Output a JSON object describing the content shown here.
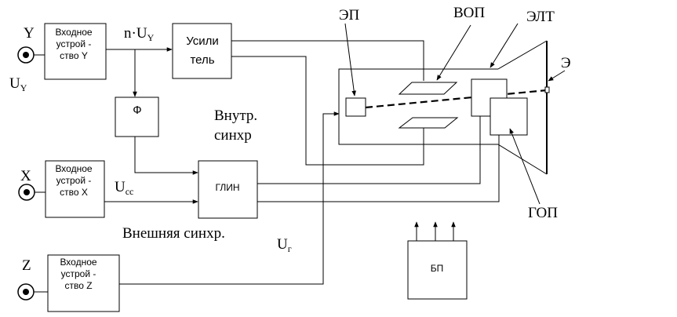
{
  "blocks": {
    "input_y": [
      "Входное",
      "устрой -",
      "ство  Y"
    ],
    "input_x": [
      "Входное",
      "устрой -",
      "ство  X"
    ],
    "input_z": [
      "Входное",
      "устрой -",
      "ство  Z"
    ],
    "amplifier": [
      "Усили",
      "тель"
    ],
    "phi": "Ф",
    "glin": "ГЛИН",
    "psu": "БП"
  },
  "inputs": {
    "y": "Y",
    "uy_base": "U",
    "uy_sub": "Y",
    "x": "X",
    "z": "Z"
  },
  "signals": {
    "n_uy_prefix": "n·U",
    "n_uy_sub": "Y",
    "ucc_base": "U",
    "ucc_sub": "cc",
    "ur_base": "U",
    "ur_sub": "г",
    "internal_sync": [
      "Внутр.",
      "синхр"
    ],
    "external_sync": "Внешняя синхр."
  },
  "crt": {
    "ep": "ЭП",
    "vop": "ВОП",
    "elt": "ЭЛТ",
    "screen": "Э",
    "gop": "ГОП"
  }
}
